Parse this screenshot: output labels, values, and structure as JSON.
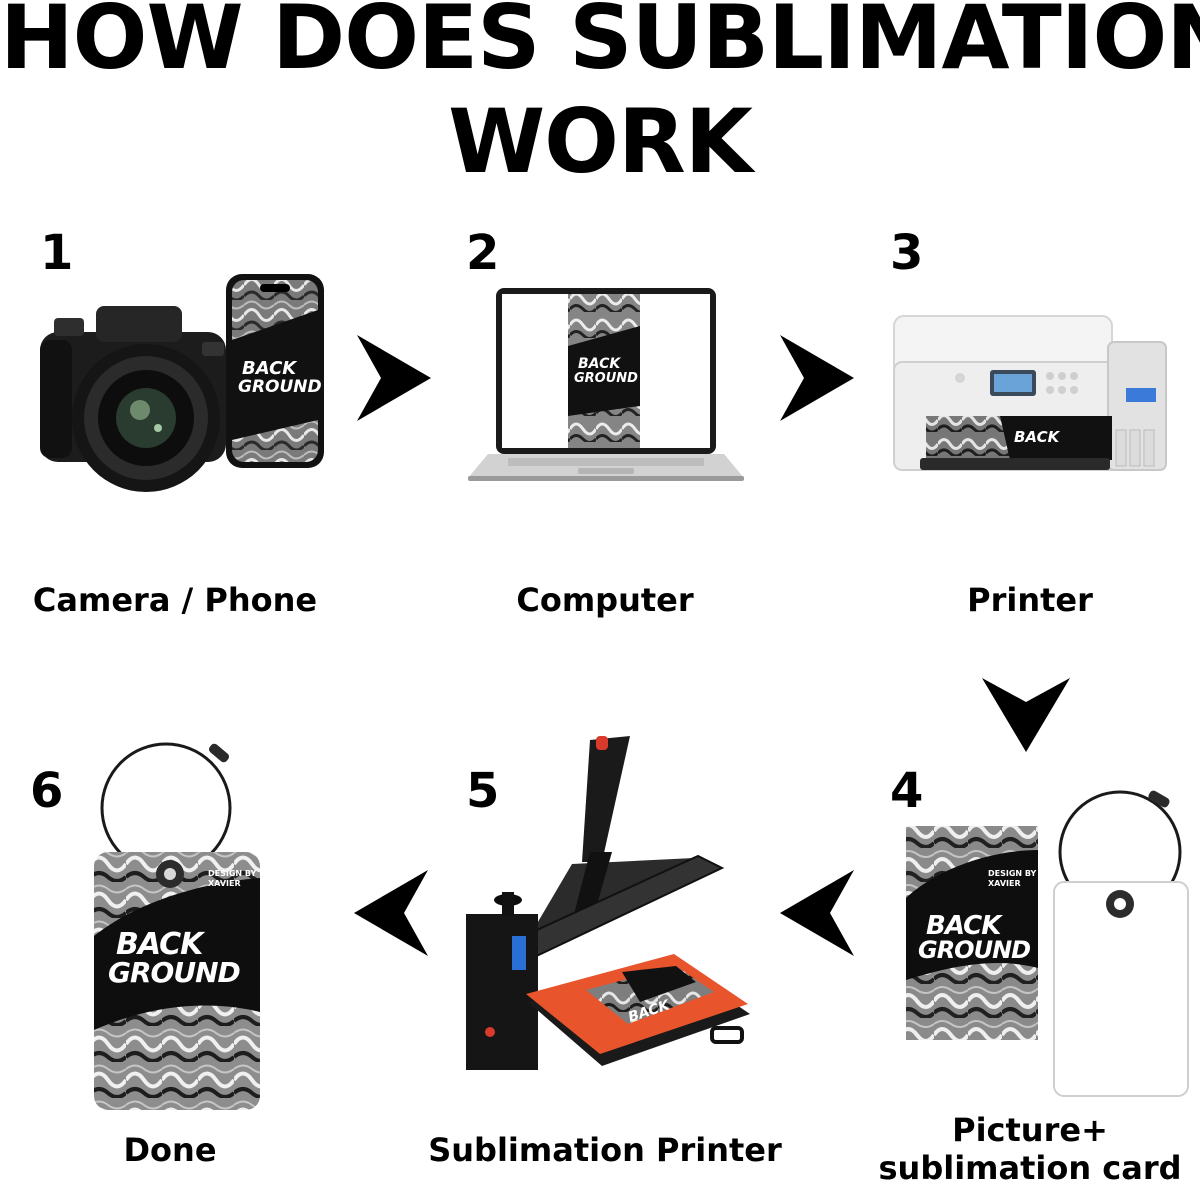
{
  "title": {
    "line1": "HOW DOES SUBLIMATION",
    "line2": "WORK"
  },
  "steps": [
    {
      "number": "1",
      "label": "Camera / Phone"
    },
    {
      "number": "2",
      "label": "Computer"
    },
    {
      "number": "3",
      "label": "Printer"
    },
    {
      "number": "4",
      "label_line1": "Picture+",
      "label_line2": "sublimation card"
    },
    {
      "number": "5",
      "label": "Sublimation Printer"
    },
    {
      "number": "6",
      "label": "Done"
    }
  ],
  "artwork": {
    "text_back": "BACK",
    "text_ground": "GROUND",
    "text_design_by": "DESIGN BY",
    "text_designer": "XAVIER"
  },
  "colors": {
    "ink": "#000000",
    "accent_platen": "#e8542c",
    "printer_body": "#f2f2f2",
    "press_blue": "#2a6fd6"
  }
}
